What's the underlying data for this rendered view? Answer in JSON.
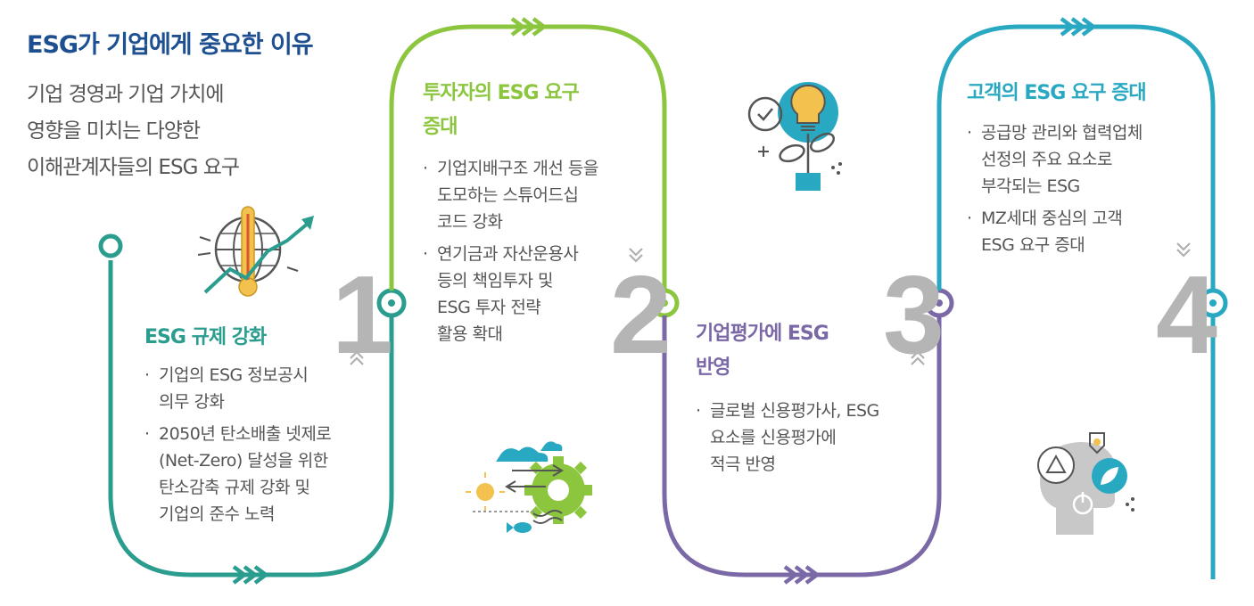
{
  "header": {
    "title": "ESG가 기업에게 중요한 이유",
    "subtitle_lines": [
      "기업 경영과 기업 가치에",
      "영향을 미치는 다양한",
      "이해관계자들의 ESG 요구"
    ]
  },
  "steps": [
    {
      "number": "1",
      "title_lines": [
        "ESG 규제 강화"
      ],
      "bullets": [
        [
          "기업의 ESG 정보공시",
          "의무 강화"
        ],
        [
          "2050년 탄소배출 넷제로",
          "(Net-Zero) 달성을 위한",
          "탄소감축 규제 강화 및",
          "기업의 준수 노력"
        ]
      ],
      "color": "#2a9d8f",
      "icon": "thermometer-globe-icon"
    },
    {
      "number": "2",
      "title_lines": [
        "투자자의 ESG 요구",
        "증대"
      ],
      "bullets": [
        [
          "기업지배구조 개선 등을",
          "도모하는 스튜어드십",
          "코드 강화"
        ],
        [
          "연기금과 자산운용사",
          "등의 책임투자 및",
          "ESG 투자 전략",
          "활용 확대"
        ]
      ],
      "color": "#8cc63f",
      "icon": "gear-ecosystem-icon"
    },
    {
      "number": "3",
      "title_lines": [
        "기업평가에 ESG",
        "반영"
      ],
      "bullets": [
        [
          "글로벌 신용평가사, ESG",
          "요소를 신용평가에",
          "적극 반영"
        ]
      ],
      "color": "#7b68a6",
      "icon": "lightbulb-plant-icon"
    },
    {
      "number": "4",
      "title_lines": [
        "고객의 ESG 요구 증대"
      ],
      "bullets": [
        [
          "공급망 관리와 협력업체",
          "선정의 주요 요소로",
          "부각되는 ESG"
        ],
        [
          "MZ세대 중심의 고객",
          "ESG 요구 증대"
        ]
      ],
      "color": "#29a9c1",
      "icon": "head-recycle-leaf-icon"
    }
  ],
  "icons": {
    "chevron_double_right": "chevron-double-right-icon",
    "chevron_double_down": "chevron-double-down-icon",
    "chevron_double_up": "chevron-double-up-icon"
  }
}
